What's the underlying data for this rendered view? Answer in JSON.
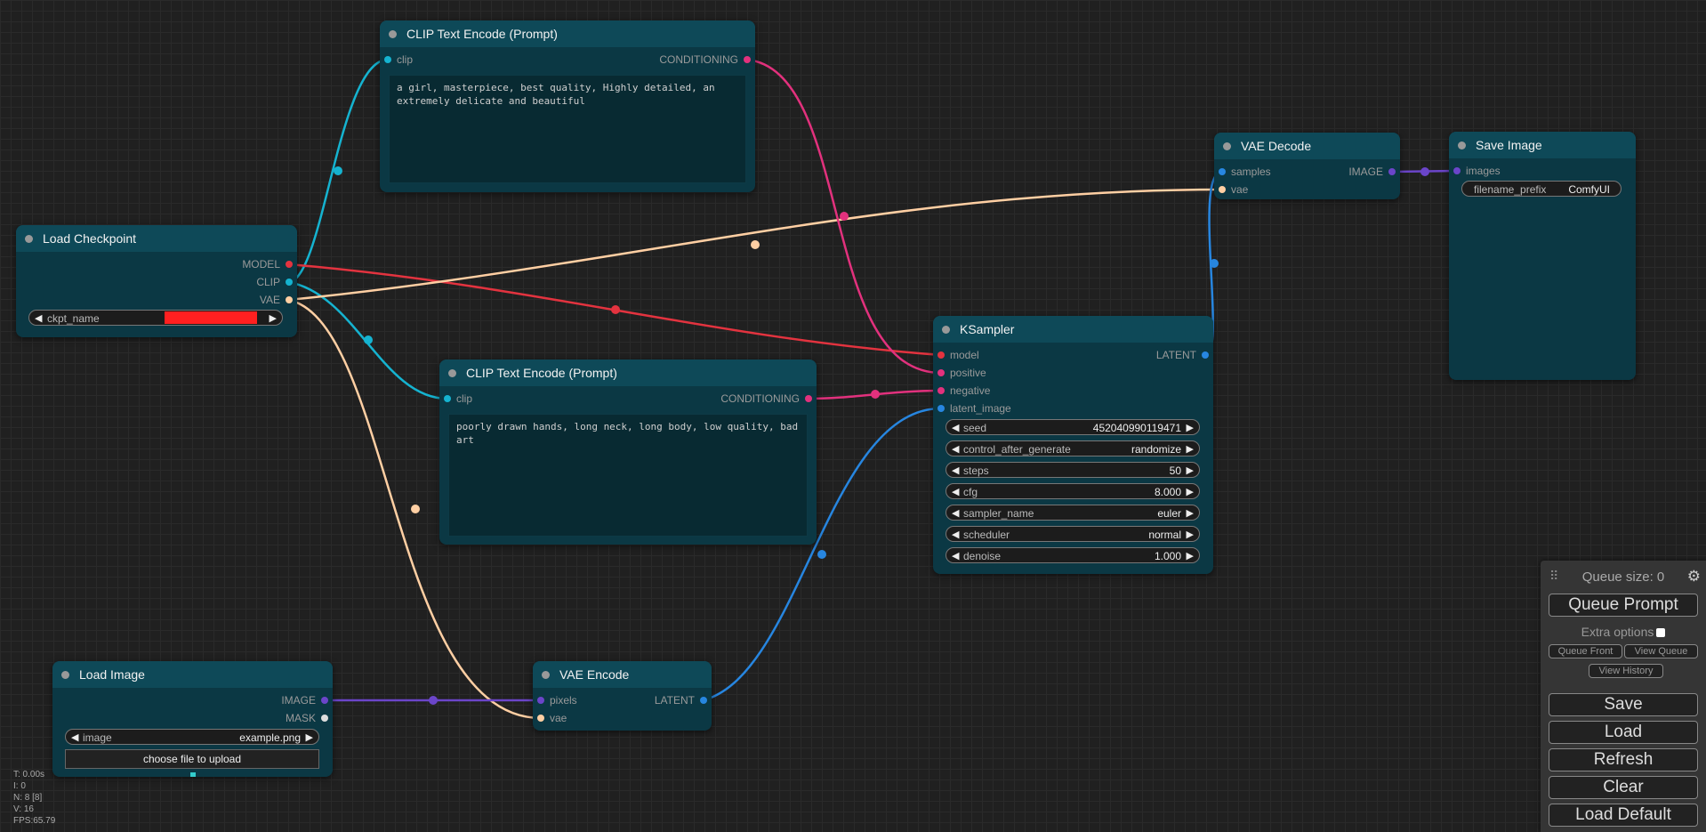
{
  "nodes": {
    "clip_pos": {
      "title": "CLIP Text Encode (Prompt)",
      "input_clip": "clip",
      "output": "CONDITIONING",
      "text": "a girl, masterpiece, best quality, Highly detailed, an extremely delicate and beautiful"
    },
    "clip_neg": {
      "title": "CLIP Text Encode (Prompt)",
      "input_clip": "clip",
      "output": "CONDITIONING",
      "text": "poorly drawn hands, long neck, long body, low quality, bad art"
    },
    "load_checkpoint": {
      "title": "Load Checkpoint",
      "out_model": "MODEL",
      "out_clip": "CLIP",
      "out_vae": "VAE",
      "ckpt_label": "ckpt_name"
    },
    "vae_decode": {
      "title": "VAE Decode",
      "in_samples": "samples",
      "in_vae": "vae",
      "out_image": "IMAGE"
    },
    "save_image": {
      "title": "Save Image",
      "in_images": "images",
      "prefix_label": "filename_prefix",
      "prefix_value": "ComfyUI"
    },
    "ksampler": {
      "title": "KSampler",
      "in_model": "model",
      "in_positive": "positive",
      "in_negative": "negative",
      "in_latent": "latent_image",
      "out_latent": "LATENT",
      "widgets": [
        {
          "label": "seed",
          "value": "452040990119471"
        },
        {
          "label": "control_after_generate",
          "value": "randomize"
        },
        {
          "label": "steps",
          "value": "50"
        },
        {
          "label": "cfg",
          "value": "8.000"
        },
        {
          "label": "sampler_name",
          "value": "euler"
        },
        {
          "label": "scheduler",
          "value": "normal"
        },
        {
          "label": "denoise",
          "value": "1.000"
        }
      ]
    },
    "load_image": {
      "title": "Load Image",
      "out_image": "IMAGE",
      "out_mask": "MASK",
      "image_label": "image",
      "image_value": "example.png",
      "upload_label": "choose file to upload"
    },
    "vae_encode": {
      "title": "VAE Encode",
      "in_pixels": "pixels",
      "in_vae": "vae",
      "out_latent": "LATENT"
    }
  },
  "menu": {
    "queue_size": "Queue size: 0",
    "queue_prompt": "Queue Prompt",
    "extra_options": "Extra options",
    "queue_front": "Queue Front",
    "view_queue": "View Queue",
    "view_history": "View History",
    "save": "Save",
    "load": "Load",
    "refresh": "Refresh",
    "clear": "Clear",
    "load_default": "Load Default"
  },
  "stats": {
    "t": "T: 0.00s",
    "i": "I: 0",
    "n": "N: 8 [8]",
    "v": "V: 16",
    "fps": "FPS:65.79"
  },
  "colors": {
    "clip": "#15b3d0",
    "model": "#e3333f",
    "vae": "#ffcfa3",
    "conditioning": "#e2317d",
    "latent": "#2786e0",
    "image": "#6b45c9",
    "missing_value": "#ff2020"
  },
  "icons": {
    "arrow_left": "◀",
    "arrow_right": "▶",
    "gear": "⚙",
    "drag": "⠿"
  }
}
